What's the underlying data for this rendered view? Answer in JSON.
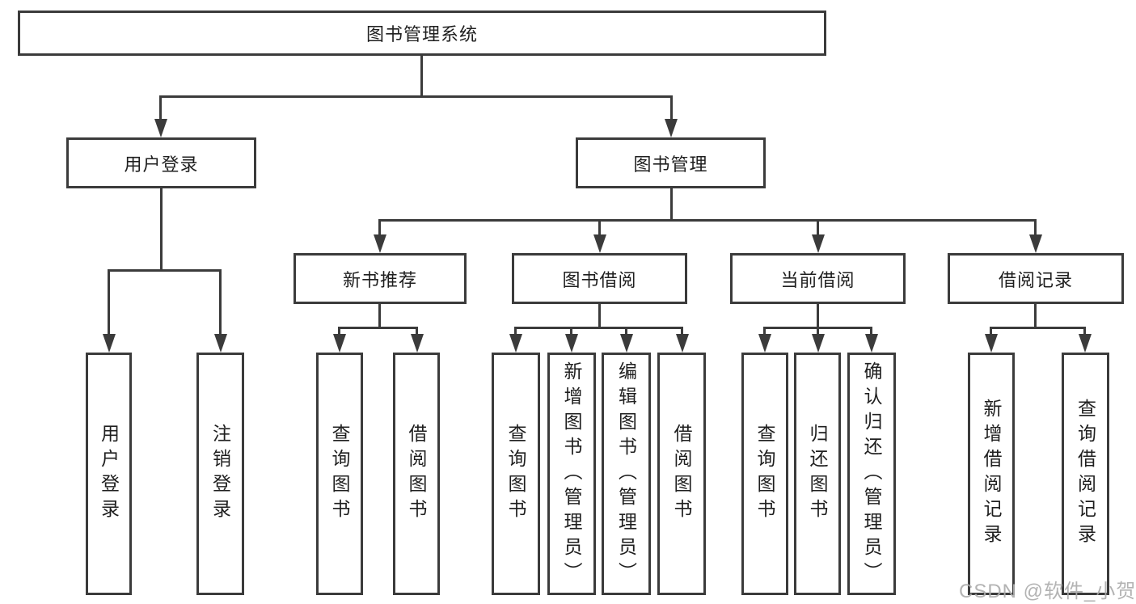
{
  "colors": {
    "line": "#3b3b3b",
    "border": "#3b3b3b",
    "text": "#1f1f1f",
    "bg": "#ffffff",
    "watermark": "#ababab"
  },
  "tree": {
    "root": {
      "label": "图书管理系统",
      "children": [
        {
          "label": "用户登录",
          "children": [
            {
              "label": "用户登录"
            },
            {
              "label": "注销登录"
            }
          ]
        },
        {
          "label": "图书管理",
          "children": [
            {
              "label": "新书推荐",
              "children": [
                {
                  "label": "查询图书"
                },
                {
                  "label": "借阅图书"
                }
              ]
            },
            {
              "label": "图书借阅",
              "children": [
                {
                  "label": "查询图书"
                },
                {
                  "label": "新增图书（管理员）"
                },
                {
                  "label": "编辑图书（管理员）"
                },
                {
                  "label": "借阅图书"
                }
              ]
            },
            {
              "label": "当前借阅",
              "children": [
                {
                  "label": "查询图书"
                },
                {
                  "label": "归还图书"
                },
                {
                  "label": "确认归还（管理员）"
                }
              ]
            },
            {
              "label": "借阅记录",
              "children": [
                {
                  "label": "新增借阅记录"
                },
                {
                  "label": "查询借阅记录"
                }
              ]
            }
          ]
        }
      ]
    }
  },
  "watermark": {
    "text": "CSDN @软件_小贺同学"
  }
}
